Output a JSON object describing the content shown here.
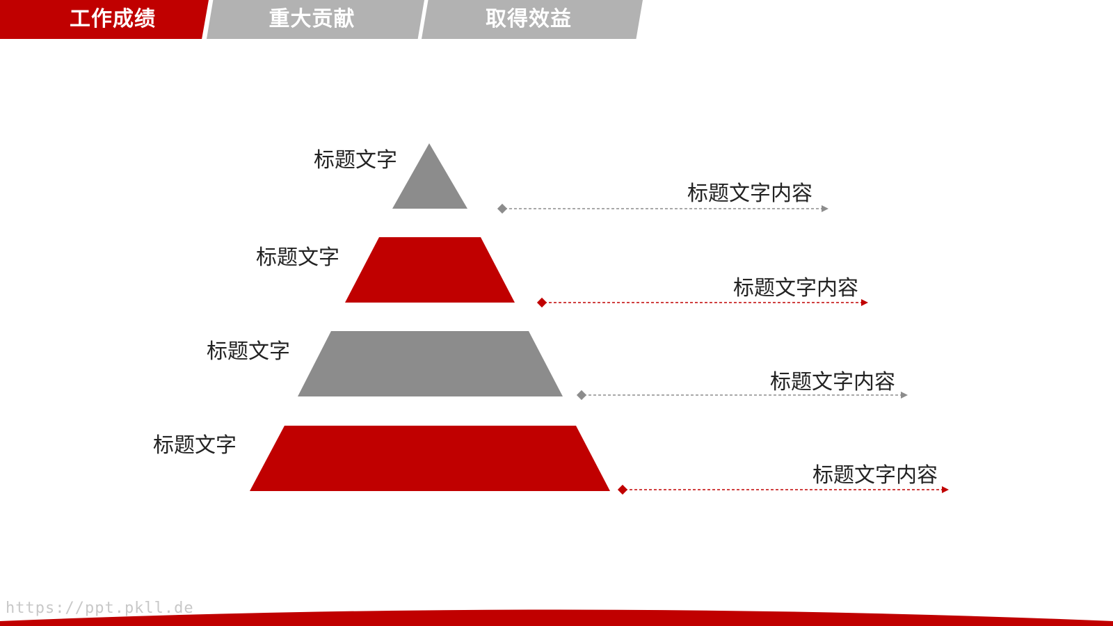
{
  "tabs": [
    {
      "label": "工作成绩",
      "active": true
    },
    {
      "label": "重大贡献",
      "active": false
    },
    {
      "label": "取得效益",
      "active": false
    }
  ],
  "pyramid": {
    "levels": [
      {
        "label": "标题文字",
        "detail": "标题文字内容",
        "color": "#8c8c8c"
      },
      {
        "label": "标题文字",
        "detail": "标题文字内容",
        "color": "#c00000"
      },
      {
        "label": "标题文字",
        "detail": "标题文字内容",
        "color": "#8c8c8c"
      },
      {
        "label": "标题文字",
        "detail": "标题文字内容",
        "color": "#c00000"
      }
    ]
  },
  "watermark": "https://ppt.pkll.de",
  "colors": {
    "accent": "#c00000",
    "gray": "#8c8c8c",
    "tab_inactive": "#b2b2b2"
  }
}
